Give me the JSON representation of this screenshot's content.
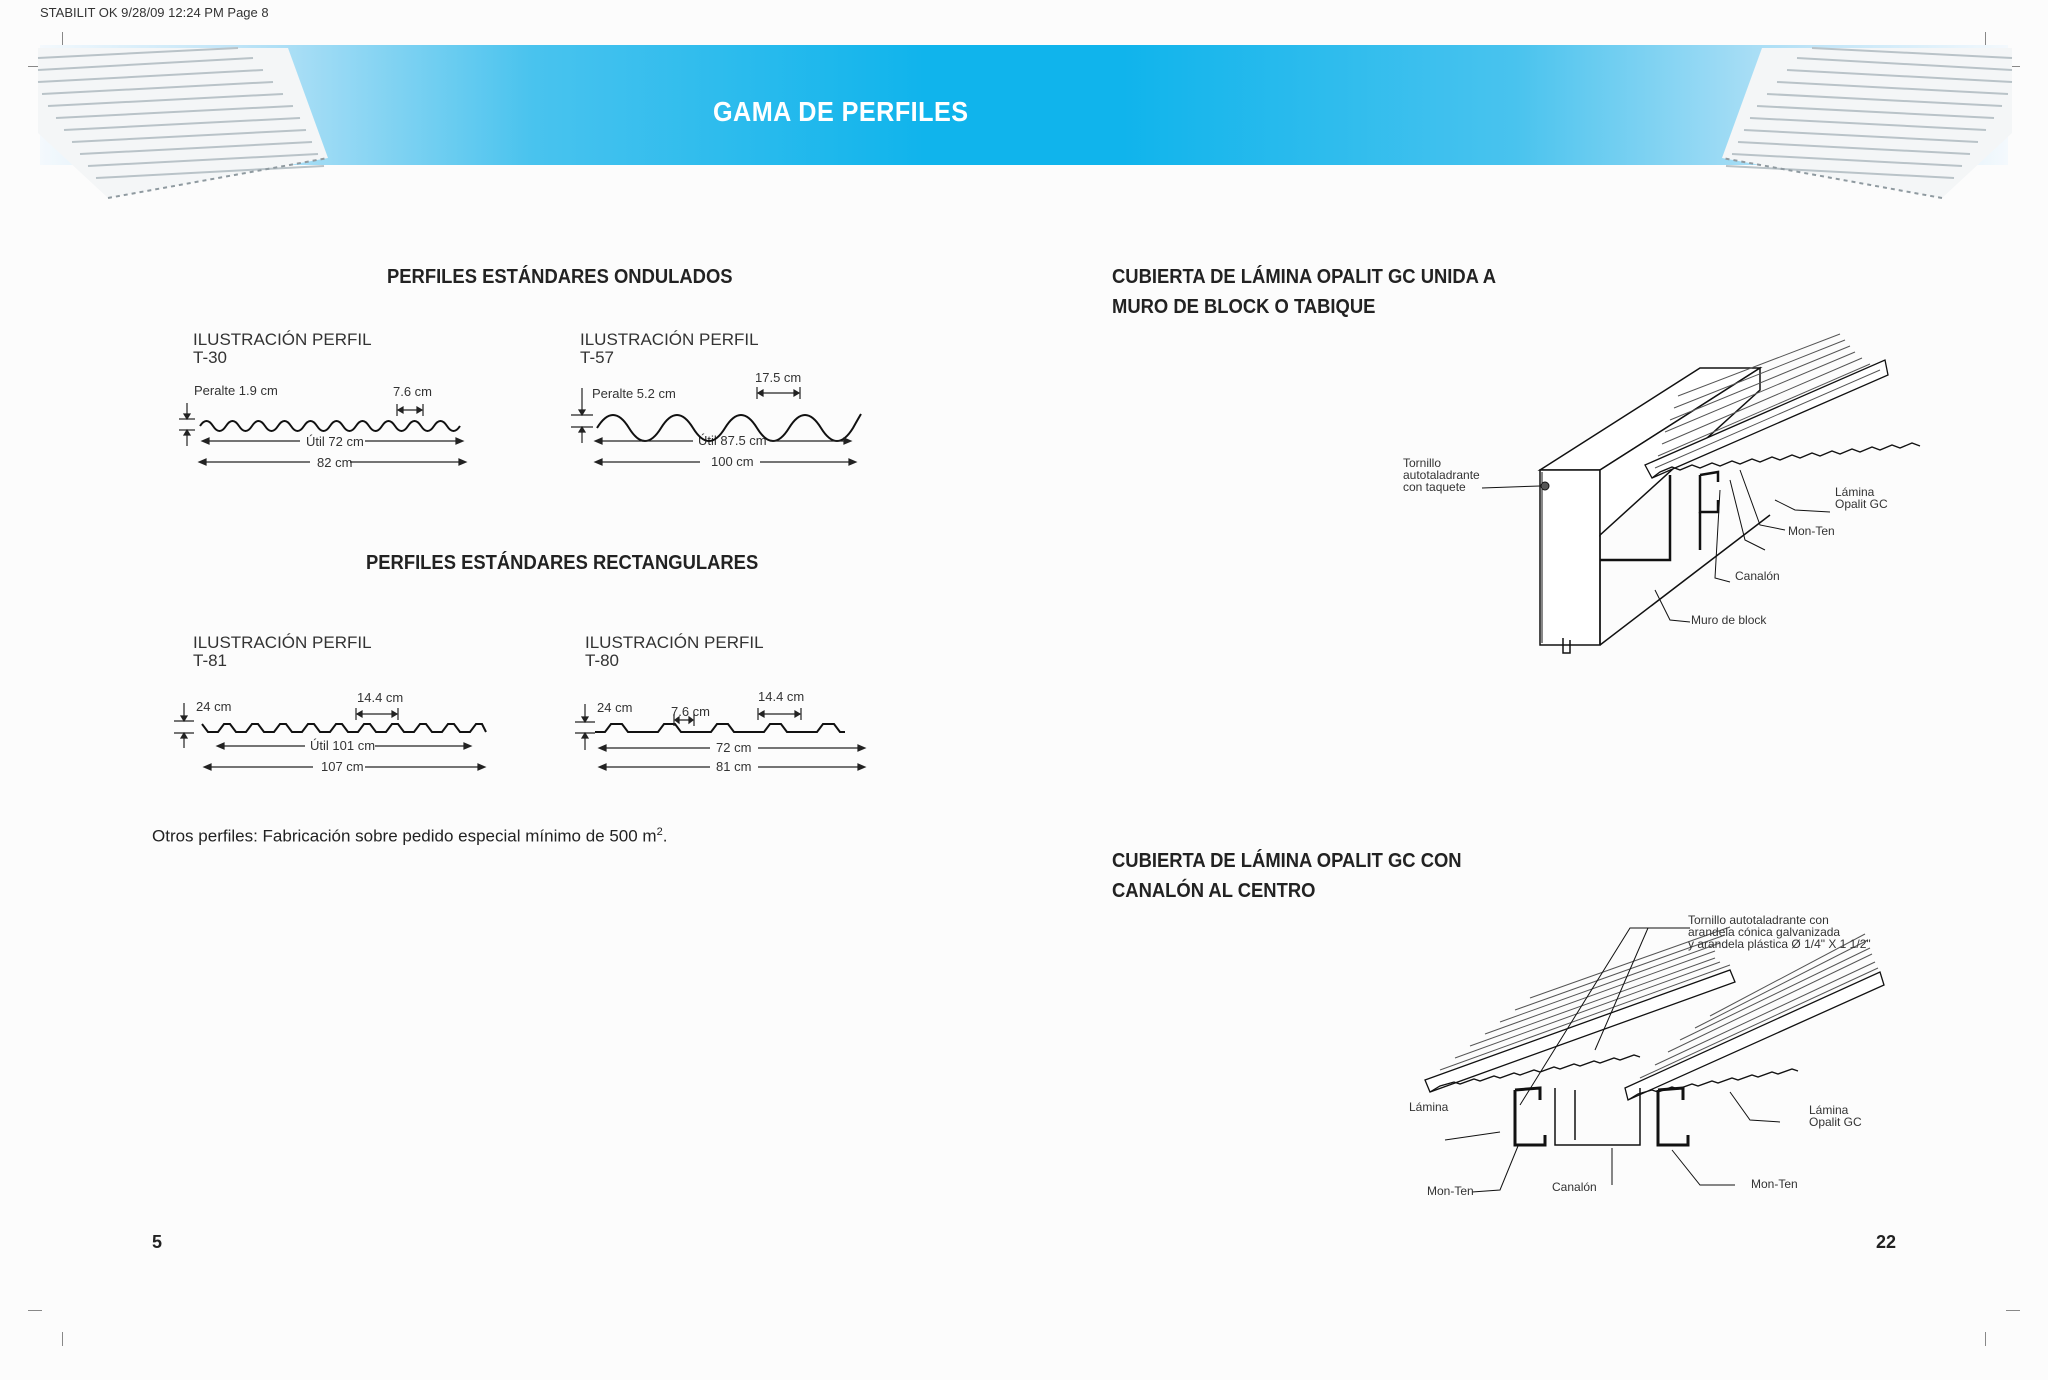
{
  "slug": "STABILIT OK  9/28/09 12:24 PM Page 8",
  "banner_title": "GAMA DE PERFILES",
  "left": {
    "ondulados": {
      "heading": "PERFILES ESTÁNDARES ONDULADOS",
      "t30": {
        "title": "ILUSTRACIÓN  PERFIL",
        "code": "T-30",
        "peralte": "Peralte 1.9 cm",
        "pitch": "7.6 cm",
        "util": "Útil 72 cm",
        "total": "82 cm"
      },
      "t57": {
        "title": "ILUSTRACIÓN  PERFIL",
        "code": "T-57",
        "peralte": "Peralte 5.2 cm",
        "pitch": "17.5 cm",
        "util": "Útil 87.5 cm",
        "total": "100 cm"
      }
    },
    "rectangulares": {
      "heading": "PERFILES ESTÁNDARES RECTANGULARES",
      "t81": {
        "title": "ILUSTRACIÓN  PERFIL",
        "code": "T-81",
        "height": "24 cm",
        "pitch": "14.4 cm",
        "util": "Útil 101 cm",
        "total": "107 cm"
      },
      "t80": {
        "title": "ILUSTRACIÓN  PERFIL",
        "code": "T-80",
        "height": "24 cm",
        "rib": "7.6 cm",
        "pitch": "14.4 cm",
        "util": "72 cm",
        "total": "81 cm"
      }
    },
    "note_text": "Otros perfiles: Fabricación sobre pedido especial mínimo de 500 m",
    "note_sup": "2",
    "note_end": ".",
    "page_number": "5"
  },
  "right": {
    "diagram1": {
      "heading_line1": "CUBIERTA DE LÁMINA OPALIT GC UNIDA A",
      "heading_line2": "MURO DE BLOCK O TABIQUE",
      "labels": {
        "tornillo": "Tornillo\nautotaladrante\ncon taquete",
        "lamina": "Lámina\nOpalit GC",
        "monten": "Mon-Ten",
        "canalon": "Canalón",
        "muro": "Muro de block"
      }
    },
    "diagram2": {
      "heading_line1": "CUBIERTA DE LÁMINA OPALIT GC CON",
      "heading_line2": "CANALÓN AL CENTRO",
      "labels": {
        "tornillo": "Tornillo autotaladrante con\narandela cónica galvanizada\ny arandela plástica Ø 1/4\" X 1 1/2\"",
        "lamina_left": "Lámina",
        "lamina_right": "Lámina\nOpalit GC",
        "monten_left": "Mon-Ten",
        "canalon": "Canalón",
        "monten_right": "Mon-Ten"
      }
    },
    "page_number": "22"
  }
}
